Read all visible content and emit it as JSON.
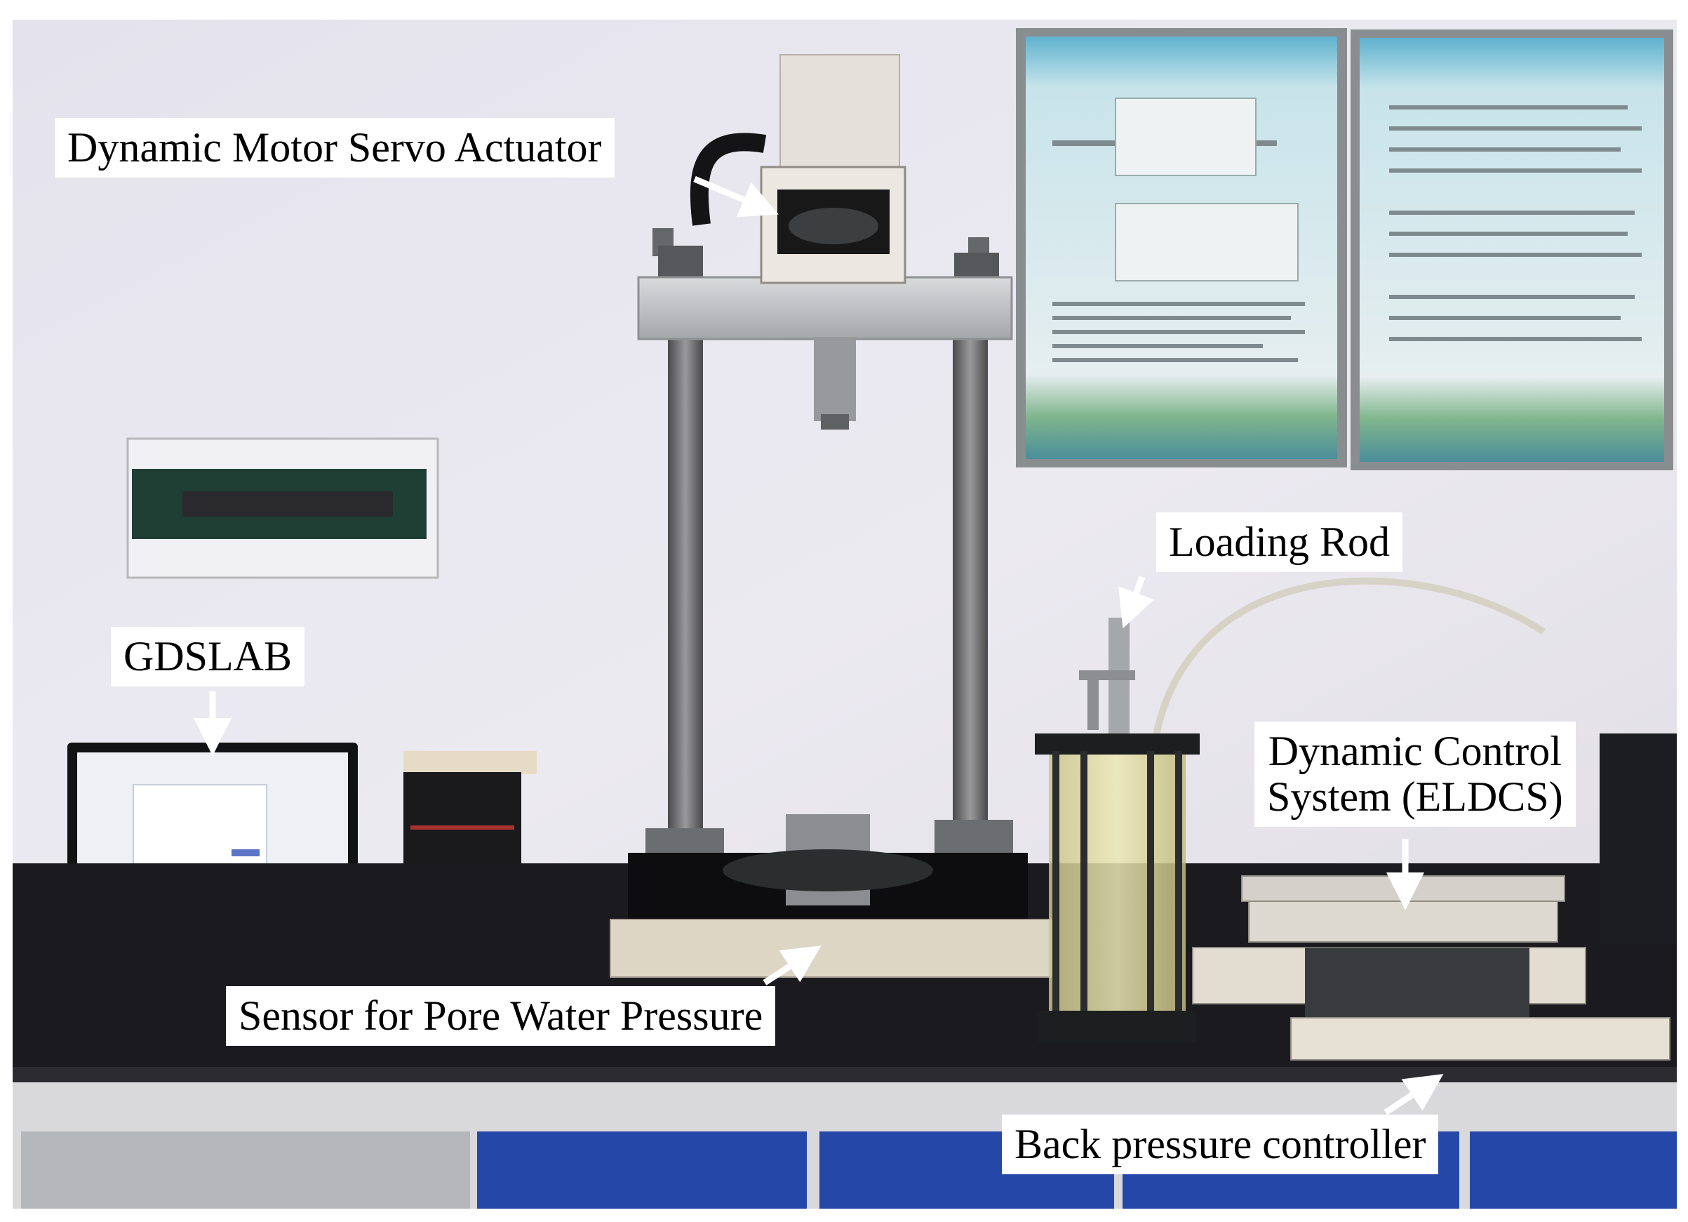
{
  "labels": {
    "actuator": "Dynamic Motor Servo Actuator",
    "gdslab": "GDSLAB",
    "loading_rod": "Loading Rod",
    "control_line1": "Dynamic Control",
    "control_line2": "System (ELDCS)",
    "pore_sensor": "Sensor for Pore Water Pressure",
    "back_pressure": "Back pressure controller"
  },
  "colors": {
    "wall": "#e9e6ee",
    "bench_top": "#1b1b1f",
    "cabinet_blue": "#2447a8",
    "frame_metal": "#b9bbbd",
    "rod_metal": "#6f6f72",
    "callout_bg": "#ffffff",
    "callout_text": "#000000",
    "arrow": "#ffffff"
  }
}
